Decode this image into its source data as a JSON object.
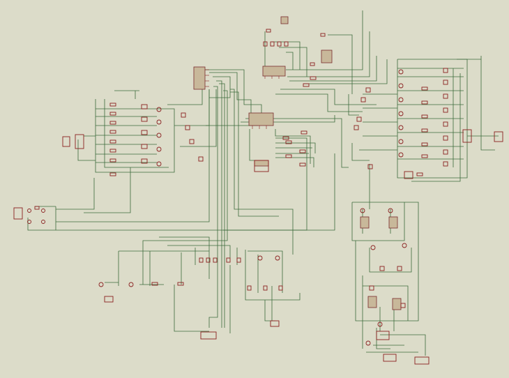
{
  "view": {
    "background": "#dcdcc9",
    "wire_color": "#3b6b3b",
    "component_color": "#8a2020",
    "chip_fill": "#c8b89a"
  },
  "schematic": {
    "components": [
      {
        "name": "ic-chip",
        "id": "U1"
      },
      {
        "name": "ic-chip",
        "id": "U2"
      },
      {
        "name": "ic-chip",
        "id": "U3"
      },
      {
        "name": "ic-chip",
        "id": "U4"
      },
      {
        "name": "ic-chip",
        "id": "U5"
      },
      {
        "name": "ic-chip",
        "id": "U6"
      },
      {
        "name": "ic-chip",
        "id": "U7"
      },
      {
        "name": "ic-chip",
        "id": "U8"
      },
      {
        "name": "ic-chip",
        "id": "U9"
      },
      {
        "name": "ic-chip",
        "id": "U10"
      },
      {
        "name": "connector",
        "id": "J1"
      },
      {
        "name": "connector",
        "id": "J2"
      },
      {
        "name": "connector",
        "id": "J3"
      },
      {
        "name": "connector",
        "id": "J4"
      },
      {
        "name": "connector",
        "id": "J5"
      },
      {
        "name": "connector",
        "id": "J6"
      },
      {
        "name": "connector",
        "id": "J7"
      },
      {
        "name": "connector",
        "id": "J8"
      },
      {
        "name": "connector",
        "id": "J9"
      },
      {
        "name": "connector",
        "id": "J10"
      },
      {
        "name": "connector",
        "id": "J11"
      },
      {
        "name": "connector",
        "id": "J12"
      }
    ]
  }
}
